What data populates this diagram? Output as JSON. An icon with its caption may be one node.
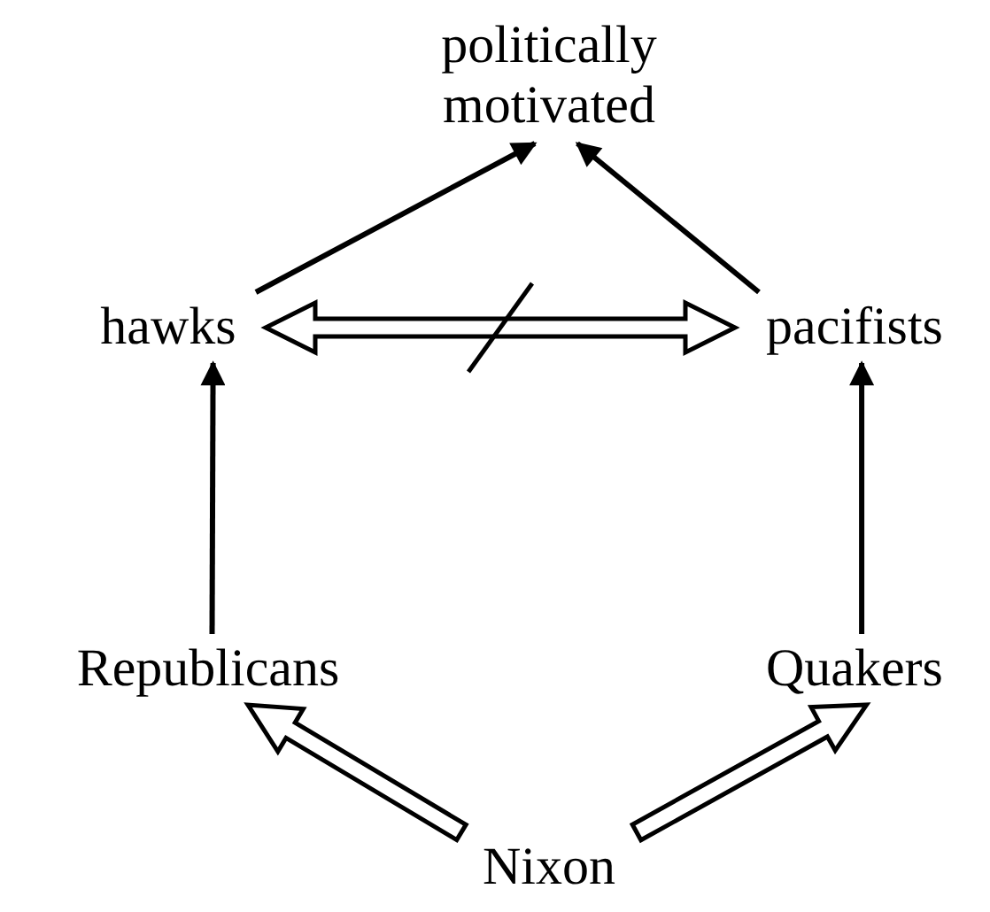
{
  "diagram": {
    "nodes": [
      {
        "text": [
          "politically motivated"
        ]
      },
      {
        "text": [
          "hawks"
        ]
      },
      {
        "text": [
          "pacifists"
        ]
      },
      {
        "text": [
          "Republicans"
        ]
      },
      {
        "text": [
          "Quakers"
        ]
      },
      {
        "text": [
          "Nixon"
        ]
      }
    ],
    "edges": [
      {
        "from": 5,
        "to": 3,
        "arrow": "to",
        "style": "thick"
      },
      {
        "from": 5,
        "to": 4,
        "arrow": "to",
        "style": "thick"
      },
      {
        "from": 3,
        "to": 1,
        "arrow": "to"
      },
      {
        "from": 4,
        "to": 2,
        "arrow": "to"
      },
      {
        "from": 1,
        "to": 0,
        "arrow": "to"
      },
      {
        "from": 2,
        "to": 0,
        "arrow": "to"
      },
      {
        "from": 1,
        "to": 2,
        "arrow": "both",
        "style": "thick"
      }
    ]
  }
}
